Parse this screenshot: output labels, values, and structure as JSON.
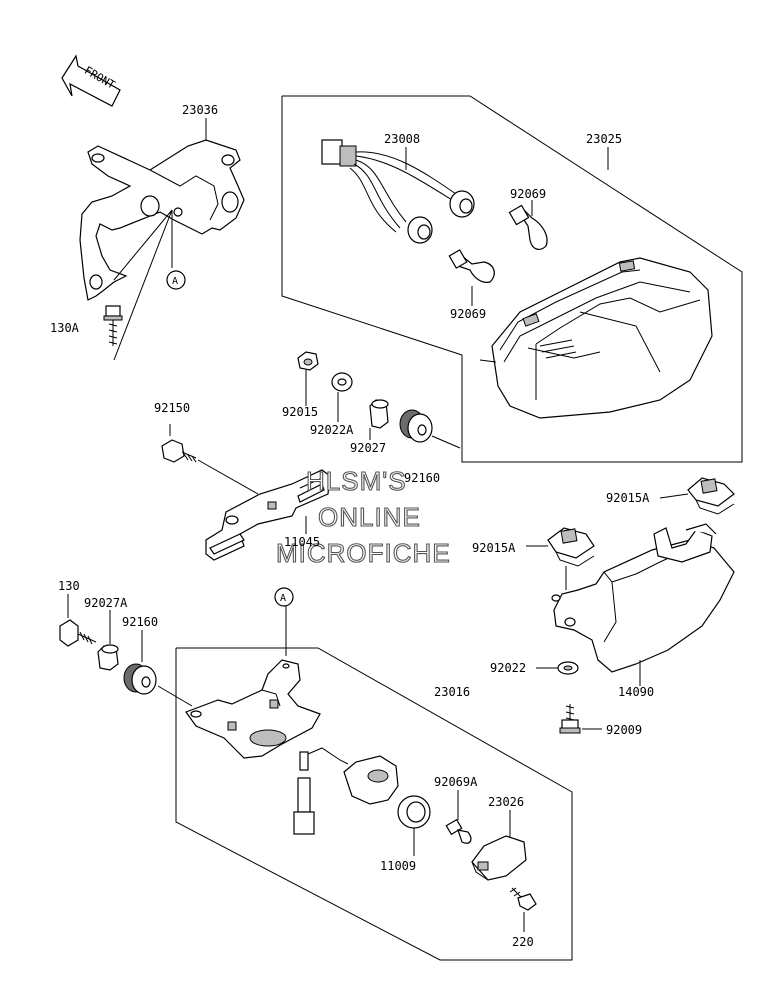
{
  "front_marker": "FRONT",
  "ref_marker": "A",
  "watermark": [
    "HLSM'S",
    "ONLINE",
    "MICROFICHE"
  ],
  "part_numbers": [
    "23036",
    "130A",
    "23008",
    "23025",
    "92069",
    "92069",
    "92015",
    "92022A",
    "92027",
    "92160",
    "92150",
    "11045",
    "92015A",
    "92015A",
    "130",
    "92027A",
    "92160",
    "23016",
    "92022",
    "14090",
    "92009",
    "92069A",
    "23026",
    "11009",
    "220"
  ]
}
